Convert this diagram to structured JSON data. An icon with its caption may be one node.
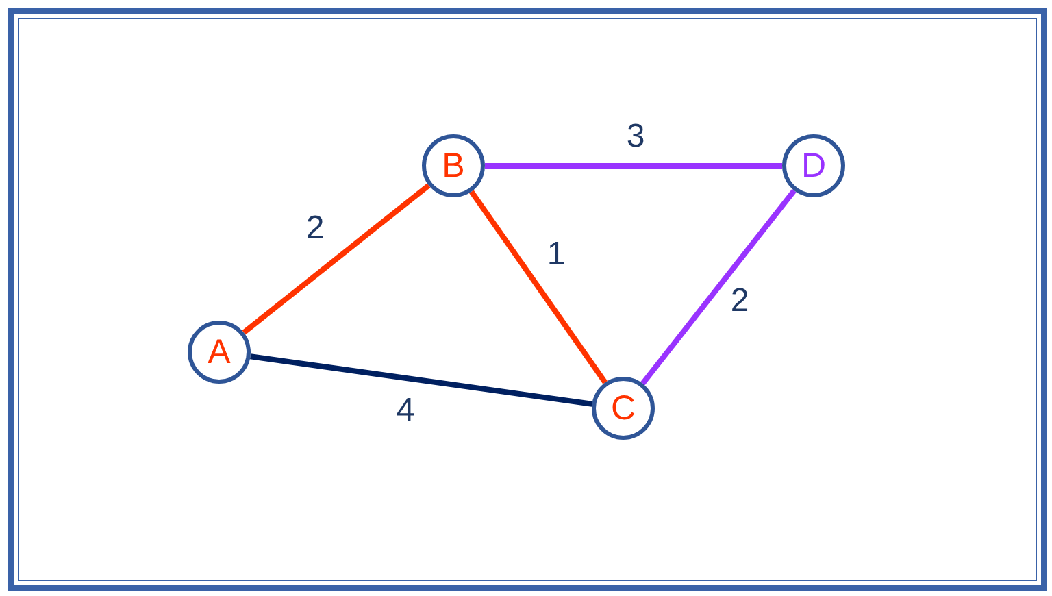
{
  "diagram": {
    "nodes": [
      {
        "text": [
          "A"
        ]
      },
      {
        "text": [
          "B"
        ]
      },
      {
        "text": [
          "C"
        ]
      },
      {
        "text": [
          "D"
        ]
      }
    ],
    "edges": [
      {
        "from": 0,
        "to": 1,
        "arrow": "none",
        "label": "2",
        "color": "#ff3300"
      },
      {
        "from": 1,
        "to": 2,
        "arrow": "none",
        "label": "1",
        "color": "#ff3300"
      },
      {
        "from": 0,
        "to": 2,
        "arrow": "none",
        "label": "4",
        "color": "#002060"
      },
      {
        "from": 1,
        "to": 3,
        "arrow": "none",
        "label": "3",
        "color": "#9933ff"
      },
      {
        "from": 2,
        "to": 3,
        "arrow": "none",
        "label": "2",
        "color": "#9933ff"
      }
    ]
  }
}
